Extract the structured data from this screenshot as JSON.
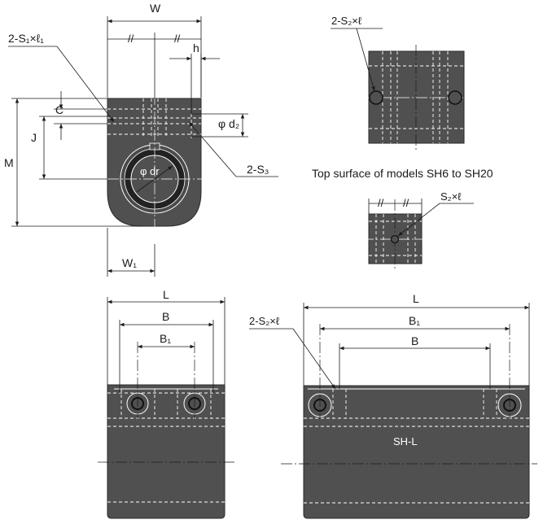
{
  "labels": {
    "W": "W",
    "s1": "2-S₁×ℓ₁",
    "h": "h",
    "C": "C",
    "J": "J",
    "M": "M",
    "d2": "φ d₂",
    "dr": "φ dr",
    "s3": "2-S₃",
    "W1": "W₁",
    "top_s2": "2-S₂×ℓ",
    "small_s2": "S₂×ℓ",
    "caption": "Top surface of models SH6 to SH20",
    "front_L": "L",
    "front_B": "B",
    "front_B1": "B₁",
    "side_s2": "2-S₂×ℓ",
    "side_L": "L",
    "side_B1": "B₁",
    "side_B": "B",
    "model": "SH-L"
  }
}
